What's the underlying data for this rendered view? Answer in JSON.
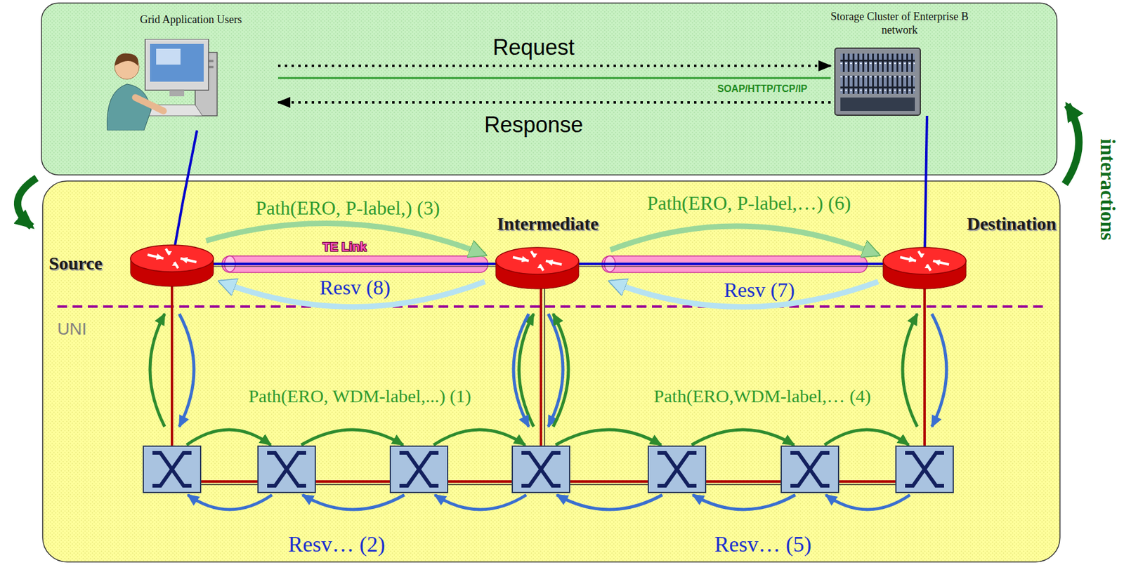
{
  "diagram": {
    "nodes": [
      {
        "text": [
          "Grid Application Users"
        ]
      },
      {
        "text": [
          "Storage Cluster of Enterprise B network"
        ]
      },
      {
        "text": [
          "Source"
        ]
      },
      {
        "text": [
          "Intermediate"
        ]
      },
      {
        "text": [
          "Destination"
        ]
      }
    ],
    "edges": [
      {
        "from": 0,
        "to": 1,
        "arrow": "to",
        "label": "Request"
      },
      {
        "from": 1,
        "to": 0,
        "arrow": "to",
        "label": "Response"
      },
      {
        "from": 0,
        "to": 1,
        "arrow": "none",
        "label": "SOAP/HTTP/TCP/IP"
      },
      {
        "from": 2,
        "to": 3,
        "arrow": "to",
        "label": "Path(ERO, P-label,) (3)"
      },
      {
        "from": 3,
        "to": 2,
        "arrow": "to",
        "label": "Resv (8)"
      },
      {
        "from": 3,
        "to": 4,
        "arrow": "to",
        "label": "Path(ERO, P-label,…) (6)"
      },
      {
        "from": 4,
        "to": 3,
        "arrow": "to",
        "label": "Resv (7)"
      }
    ],
    "labels": [
      "TE Link",
      "UNI",
      "Path(ERO, WDM-label,...) (1)",
      "Resv… (2)",
      "Path(ERO,WDM-label,… (4)",
      "Resv… (5)",
      "interactions"
    ]
  }
}
